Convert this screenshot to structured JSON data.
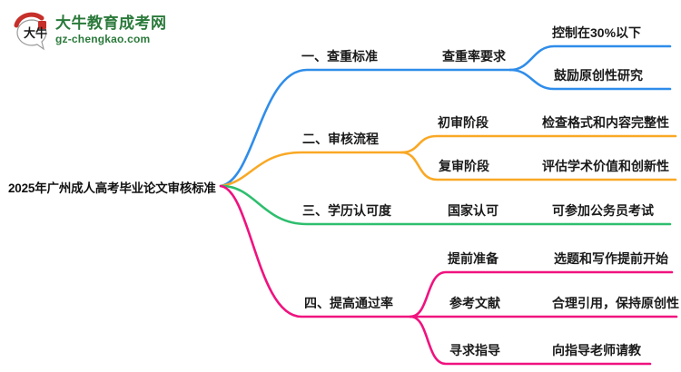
{
  "site": {
    "logo_title": "大牛教育成考网",
    "logo_domain": "gz-chengkao.com",
    "logo_icon_text": "大牛",
    "brand_green": "#2b7a3b",
    "seal_red": "#c62f2a"
  },
  "mindmap": {
    "root": "2025年广州成人高考毕业论文审核标准",
    "text_color": "#1a1a1a",
    "branches": [
      {
        "label": "一、查重标准",
        "color": "#2f8dea",
        "children": [
          {
            "label": "查重率要求",
            "children": [
              {
                "label": "控制在30%以下"
              },
              {
                "label": "鼓励原创性研究"
              }
            ]
          }
        ]
      },
      {
        "label": "二、审核流程",
        "color": "#f9a825",
        "children": [
          {
            "label": "初审阶段",
            "children": [
              {
                "label": "检查格式和内容完整性"
              }
            ]
          },
          {
            "label": "复审阶段",
            "children": [
              {
                "label": "评估学术价值和创新性"
              }
            ]
          }
        ]
      },
      {
        "label": "三、学历认可度",
        "color": "#2ebe6e",
        "children": [
          {
            "label": "国家认可",
            "children": [
              {
                "label": "可参加公务员考试"
              }
            ]
          }
        ]
      },
      {
        "label": "四、提高通过率",
        "color": "#f0127f",
        "children": [
          {
            "label": "提前准备",
            "children": [
              {
                "label": "选题和写作提前开始"
              }
            ]
          },
          {
            "label": "参考文献",
            "children": [
              {
                "label": "合理引用，保持原创性"
              }
            ]
          },
          {
            "label": "寻求指导",
            "children": [
              {
                "label": "向指导老师请教"
              }
            ]
          }
        ]
      }
    ]
  }
}
